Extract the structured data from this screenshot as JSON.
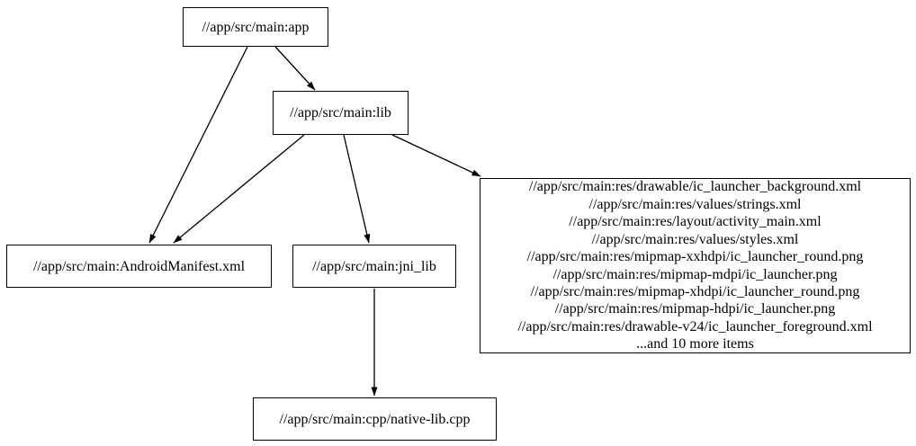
{
  "graph": {
    "background_color": "#ffffff",
    "node_border_color": "#000000",
    "node_fill_color": "#ffffff",
    "edge_color": "#000000",
    "text_color": "#000000"
  },
  "nodes": {
    "app": {
      "label": "//app/src/main:app"
    },
    "lib": {
      "label": "//app/src/main:lib"
    },
    "manifest": {
      "label": "//app/src/main:AndroidManifest.xml"
    },
    "jni_lib": {
      "label": "//app/src/main:jni_lib"
    },
    "cpp": {
      "label": "//app/src/main:cpp/native-lib.cpp"
    },
    "res_group": {
      "lines": [
        "//app/src/main:res/drawable/ic_launcher_background.xml",
        "//app/src/main:res/values/strings.xml",
        "//app/src/main:res/layout/activity_main.xml",
        "//app/src/main:res/values/styles.xml",
        "//app/src/main:res/mipmap-xxhdpi/ic_launcher_round.png",
        "//app/src/main:res/mipmap-mdpi/ic_launcher.png",
        "//app/src/main:res/mipmap-xhdpi/ic_launcher_round.png",
        "//app/src/main:res/mipmap-hdpi/ic_launcher.png",
        "//app/src/main:res/drawable-v24/ic_launcher_foreground.xml",
        "...and 10 more items"
      ]
    }
  },
  "edges": [
    {
      "from": "//app/src/main:app",
      "to": "//app/src/main:AndroidManifest.xml"
    },
    {
      "from": "//app/src/main:app",
      "to": "//app/src/main:lib"
    },
    {
      "from": "//app/src/main:lib",
      "to": "//app/src/main:AndroidManifest.xml"
    },
    {
      "from": "//app/src/main:lib",
      "to": "//app/src/main:jni_lib"
    },
    {
      "from": "//app/src/main:lib",
      "to": "res-group"
    },
    {
      "from": "//app/src/main:jni_lib",
      "to": "//app/src/main:cpp/native-lib.cpp"
    }
  ]
}
